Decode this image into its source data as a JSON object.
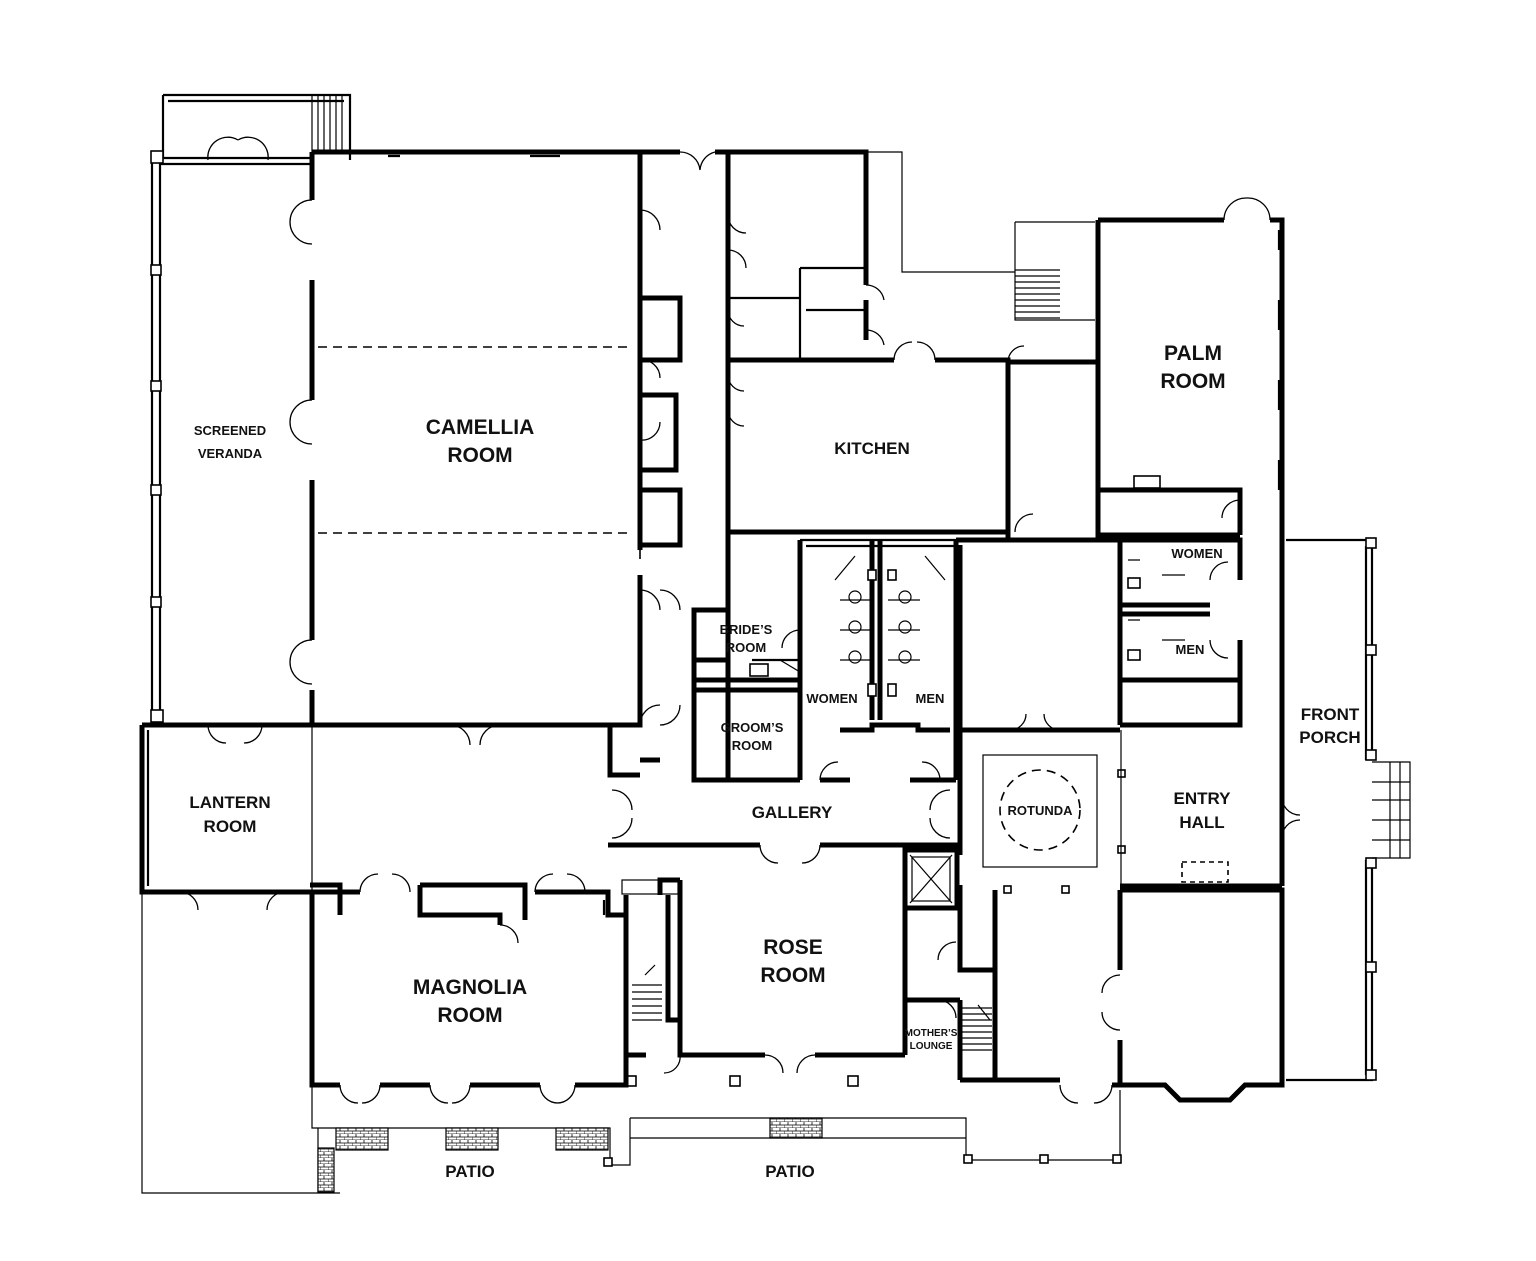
{
  "rooms": {
    "screened_veranda": [
      "SCREENED",
      "VERANDA"
    ],
    "camellia_room": [
      "CAMELLIA",
      "ROOM"
    ],
    "kitchen": "KITCHEN",
    "palm_room": [
      "PALM",
      "ROOM"
    ],
    "brides_room": [
      "BRIDE’S",
      "ROOM"
    ],
    "grooms_room": [
      "GROOM’S",
      "ROOM"
    ],
    "women_left": "WOMEN",
    "men_left": "MEN",
    "women_right": "WOMEN",
    "men_right": "MEN",
    "lantern_room": [
      "LANTERN",
      "ROOM"
    ],
    "gallery": "GALLERY",
    "rotunda": "ROTUNDA",
    "entry_hall": [
      "ENTRY",
      "HALL"
    ],
    "front_porch": [
      "FRONT",
      "PORCH"
    ],
    "magnolia_room": [
      "MAGNOLIA",
      "ROOM"
    ],
    "rose_room": [
      "ROSE",
      "ROOM"
    ],
    "mothers_lounge": [
      "MOTHER’S",
      "LOUNGE"
    ],
    "patio_left": "PATIO",
    "patio_right": "PATIO"
  }
}
